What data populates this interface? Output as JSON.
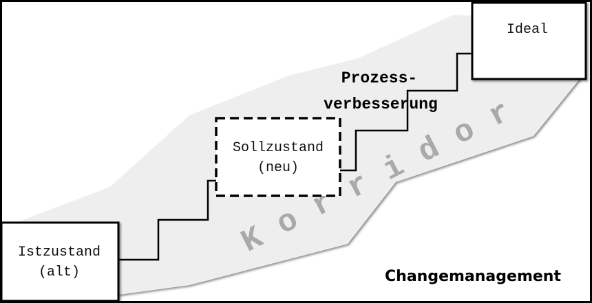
{
  "diagram": {
    "boxes": {
      "istzustand": {
        "line1": "Istzustand",
        "line2": "(alt)"
      },
      "sollzustand": {
        "line1": "Sollzustand",
        "line2": "(neu)"
      },
      "ideal": {
        "label": "Ideal"
      }
    },
    "prozess_label": {
      "line1": "Prozess-",
      "line2": "verbesserung"
    },
    "korridor_label": "Korridor",
    "change_label": "Changemanagement",
    "colors": {
      "corridor_fill": "#eeeeee",
      "corridor_text": "#a9a9a9",
      "stroke": "#000000",
      "background": "#ffffff"
    }
  }
}
